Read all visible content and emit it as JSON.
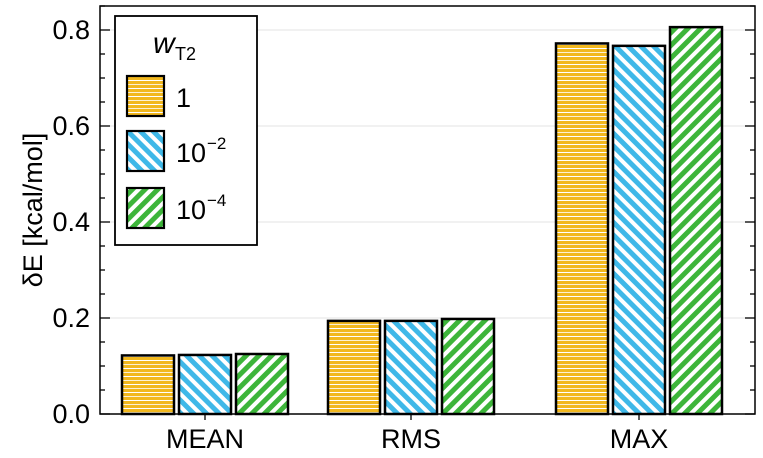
{
  "chart_data": {
    "type": "bar",
    "categories": [
      "MEAN",
      "RMS",
      "MAX"
    ],
    "series": [
      {
        "name": "1",
        "color": "#f2b81e",
        "pattern": "horizontal-stripes",
        "values": [
          0.122,
          0.194,
          0.772
        ]
      },
      {
        "name": "10−2",
        "color": "#3fb8e8",
        "pattern": "diagonal-stripes-up",
        "values": [
          0.123,
          0.194,
          0.767
        ]
      },
      {
        "name": "10−4",
        "color": "#3db53a",
        "pattern": "diagonal-stripes-down",
        "values": [
          0.125,
          0.198,
          0.806
        ]
      }
    ],
    "title": "",
    "xlabel": "",
    "ylabel": "δE [kcal/mol]",
    "ylim": [
      0,
      0.85
    ],
    "yticks": [
      "0.0",
      "0.2",
      "0.4",
      "0.6",
      "0.8"
    ],
    "grid": "horizontal",
    "legend": {
      "title_main": "w",
      "title_sub": "T2",
      "placement": "top-left",
      "entries": [
        {
          "base": "1",
          "exp": ""
        },
        {
          "base": "10",
          "exp": "−2"
        },
        {
          "base": "10",
          "exp": "−4"
        }
      ]
    }
  }
}
